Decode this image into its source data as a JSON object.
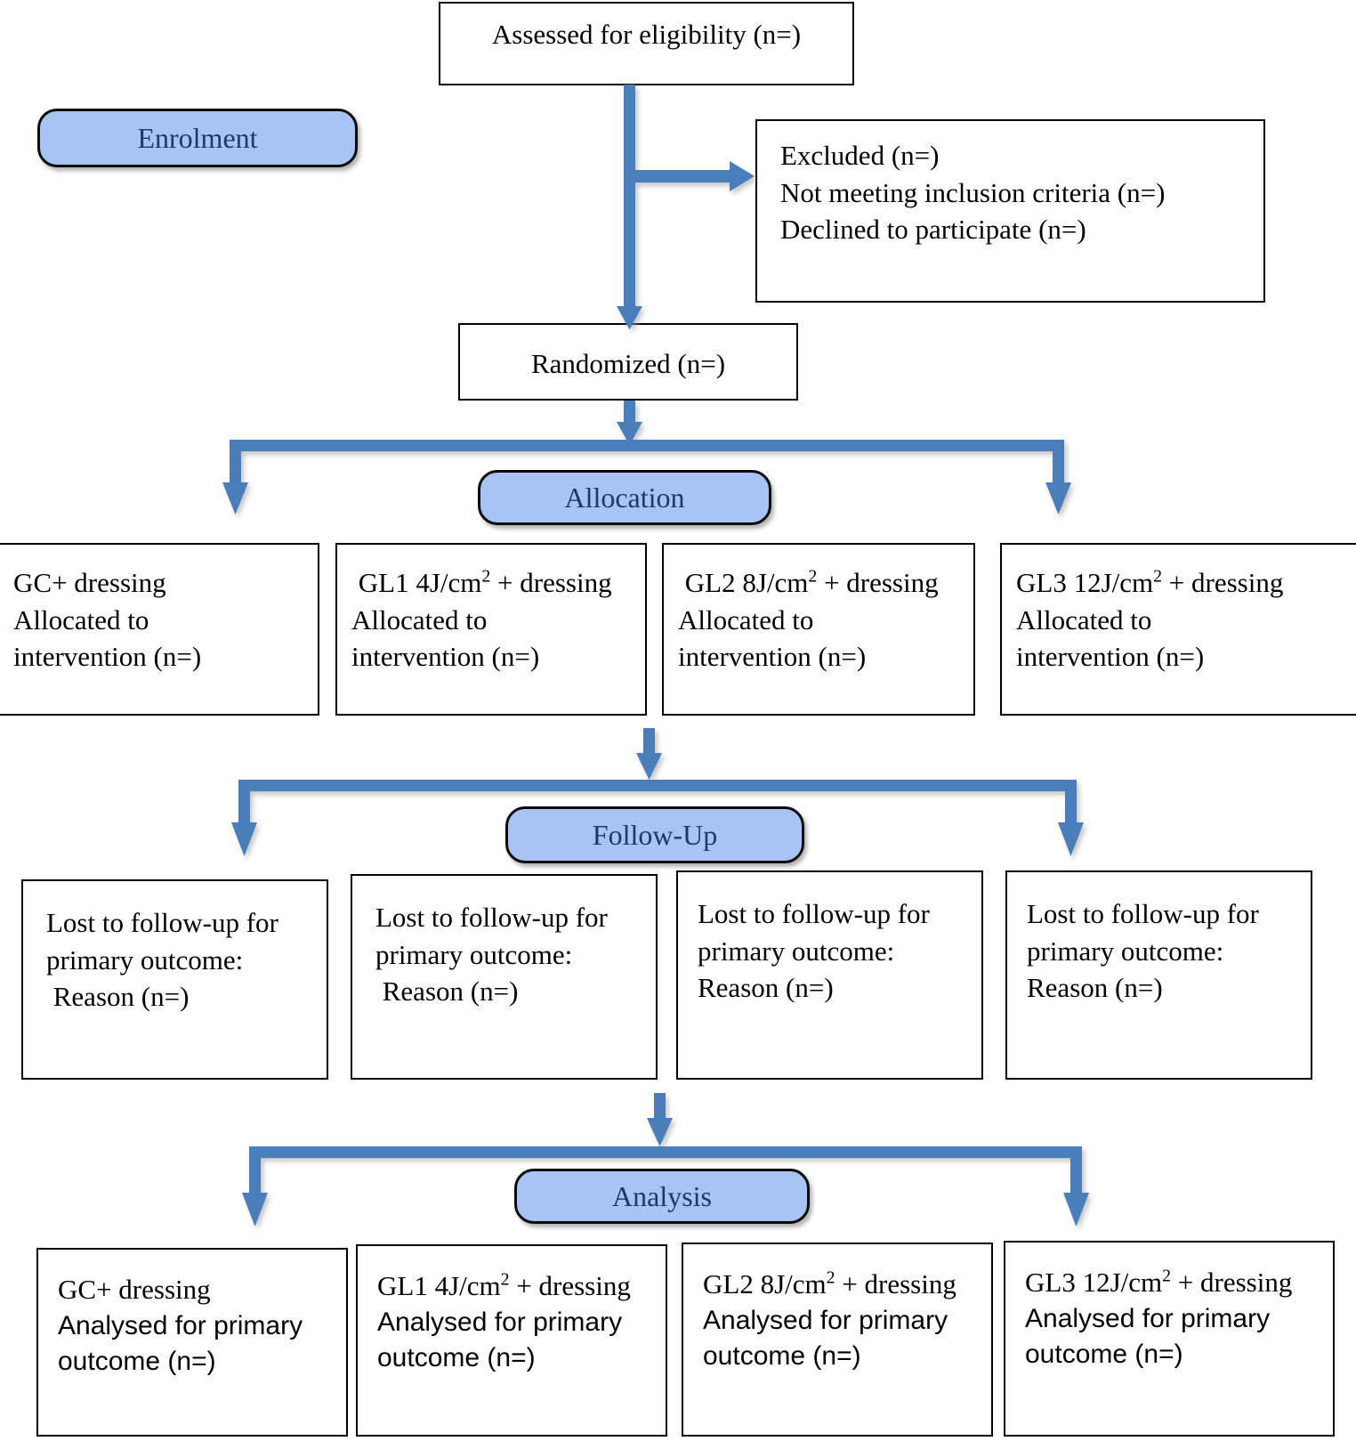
{
  "diagram": {
    "title": "CONSORT Participant Flow Diagram",
    "accent_blue": "#4a7ebb",
    "badge_fill": "#a7c4f5",
    "badge_text_color": "#1f3864",
    "box_border_color": "#000000"
  },
  "stages": {
    "enrolment": "Enrolment",
    "allocation": "Allocation",
    "follow_up": "Follow-Up",
    "analysis": "Analysis"
  },
  "enrolment": {
    "assessed": "Assessed for eligibility (n=)",
    "excluded": {
      "line1": "Excluded (n=)",
      "line2": "Not meeting inclusion criteria (n=)",
      "line3": "Declined to participate (n=)"
    },
    "randomized": "Randomized (n=)"
  },
  "allocation_boxes": [
    {
      "arm_prefix": "GC+ dressing",
      "arm_dose": "",
      "arm_unit": "",
      "arm_sup": "",
      "arm_suffix": "",
      "line2": "Allocated to",
      "line3": "intervention (n=)"
    },
    {
      "arm_prefix": " GL1 4J/cm",
      "arm_sup": "2",
      "arm_suffix": " + dressing",
      "line2": "Allocated to",
      "line3": "intervention (n=)"
    },
    {
      "arm_prefix": " GL2 8J/cm",
      "arm_sup": "2",
      "arm_suffix": " + dressing",
      "line2": "Allocated to",
      "line3": "intervention (n=)"
    },
    {
      "arm_prefix": "GL3 12J/cm",
      "arm_sup": "2",
      "arm_suffix": " + dressing",
      "line2": "Allocated to",
      "line3": "intervention (n=)"
    }
  ],
  "followup_boxes": [
    {
      "line1": "Lost to follow-up for",
      "line2": "primary outcome:",
      "line3": " Reason (n=)"
    },
    {
      "line1": "Lost to follow-up for",
      "line2": "primary outcome:",
      "line3": " Reason (n=)"
    },
    {
      "line1": "Lost to follow-up for",
      "line2": "primary outcome:",
      "line3": "Reason (n=)"
    },
    {
      "line1": "Lost to follow-up for",
      "line2": "primary outcome:",
      "line3": "Reason (n=)"
    }
  ],
  "analysis_boxes": [
    {
      "arm_prefix": "GC+ dressing",
      "arm_sup": "",
      "arm_suffix": "",
      "line2": "Analysed for primary",
      "line3": "outcome (n=)"
    },
    {
      "arm_prefix": "GL1 4J/cm",
      "arm_sup": "2",
      "arm_suffix": " + dressing",
      "line2": "Analysed for primary",
      "line3": "outcome (n=)"
    },
    {
      "arm_prefix": "GL2 8J/cm",
      "arm_sup": "2",
      "arm_suffix": " + dressing",
      "line2": "Analysed for primary",
      "line3": "outcome (n=)"
    },
    {
      "arm_prefix": "GL3 12J/cm",
      "arm_sup": "2",
      "arm_suffix": " + dressing",
      "line2": "Analysed for primary",
      "line3": "outcome (n=)"
    }
  ],
  "connectors": {
    "assessed_to_randomized": "vertical-arrow-down",
    "assessed_to_excluded": "horizontal-arrow-right",
    "randomized_to_allocation": "vertical-arrow-down",
    "allocation_split_bar": "branch-bar-with-two-down-arrows",
    "allocation_to_followup": "vertical-arrow-down",
    "followup_split_bar": "branch-bar-with-two-down-arrows",
    "followup_to_analysis": "vertical-arrow-down",
    "analysis_split_bar": "branch-bar-with-two-down-arrows"
  }
}
